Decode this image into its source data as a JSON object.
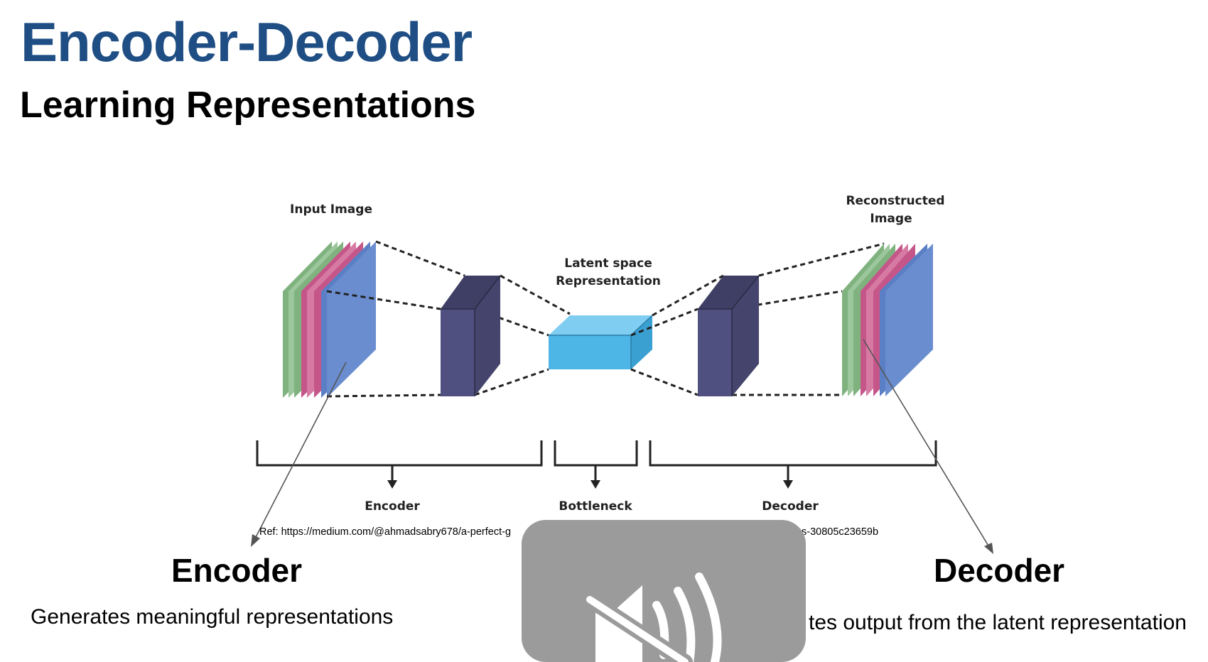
{
  "slide": {
    "title": "Encoder-Decoder",
    "subtitle": "Learning Representations"
  },
  "diagram": {
    "input_label": "Input Image",
    "latent_label_line1": "Latent space",
    "latent_label_line2": "Representation",
    "reconstructed_label_line1": "Reconstructed",
    "reconstructed_label_line2": "Image",
    "encoder_label": "Encoder",
    "bottleneck_label": "Bottleneck",
    "decoder_label": "Decoder"
  },
  "reference": {
    "visible_start": "Ref: https://medium.com/@ahmadsabry678/a-perfect-g",
    "visible_end": "s-30805c23659b"
  },
  "encoder_section": {
    "heading": "Encoder",
    "description": "Generates meaningful representations"
  },
  "decoder_section": {
    "heading": "Decoder",
    "description_visible": "tes output from the latent representation"
  },
  "overlay": {
    "icon": "speaker-muted-icon"
  },
  "colors": {
    "title": "#1f4e84",
    "latent_block": "#4eb6e6",
    "dark_block": "#4e4f7b",
    "slice_green": "#7fb27f",
    "slice_pink": "#c5568a",
    "slice_blue": "#5b7fc4",
    "overlay": "#9b9b9b"
  }
}
